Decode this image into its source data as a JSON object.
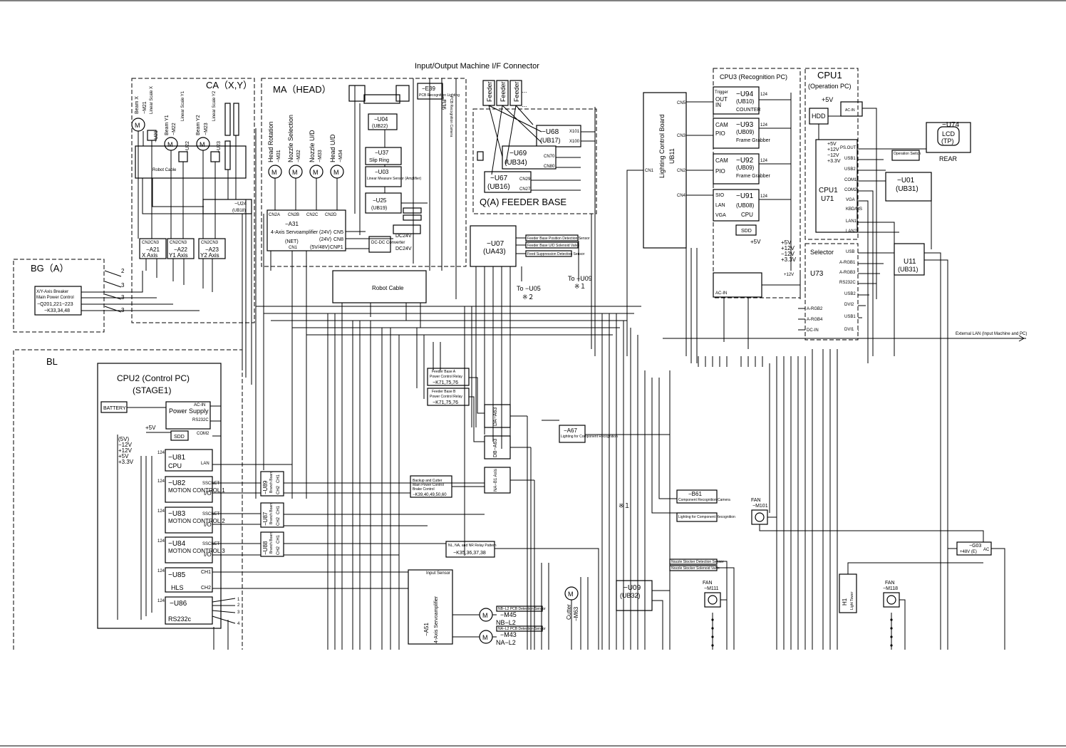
{
  "title_connector": "Input/Output Machine I/F Connector",
  "regions": {
    "ca": "CA（X,Y）",
    "ma": "MA（HEAD）",
    "bg": "BG（A）",
    "bl": "BL",
    "feeder_base": "Q(A) FEEDER BASE"
  },
  "ca": {
    "beam_x": "Beam X",
    "m21": "−M21",
    "scale_x": "Linear Scale X",
    "u21": "−U21",
    "beam_y1": "Beam Y1",
    "m22": "−M22",
    "scale_y1": "Linear Scale Y1",
    "u22": "−U22",
    "beam_y2": "Beam Y2",
    "m23": "−M23",
    "scale_y2": "Linear Scale Y2",
    "u23": "−U23",
    "robot_cable": "Robot Cable",
    "u24": "−U24",
    "ub18": "(UB18)",
    "a21": "−A21",
    "x_axis": "X Axis",
    "a22": "−A22",
    "y1_axis": "Y1 Axis",
    "a23": "−A23",
    "y2_axis": "Y2 Axis",
    "cn2cn3": "CN2CN3"
  },
  "ma": {
    "head_rotation": "Head Rotation",
    "m31": "−M31",
    "nozzle_sel": "Nozzle Selection",
    "m32": "−M32",
    "nozzle_ud": "Nozzle U/D",
    "m33": "−M33",
    "head_ud": "Head U/D",
    "m34": "−M34",
    "a31": "−A31",
    "servo4": "4-Axis Servoamplifier",
    "cn2a": "CN2A",
    "cn2b": "CN2B",
    "cn2c": "CN2C",
    "cn2d": "CN2D",
    "net": "(NET)",
    "cn1": "CN1",
    "v24a": "(24V)",
    "cn5": "CN5",
    "v24b": "(24V)",
    "cn8": "CN8",
    "v548": "(5V/48V)",
    "cnp1": "CNP1",
    "u04": "−U04",
    "ub22": "(UB22)",
    "u37": "−U37",
    "slip": "Slip Ring",
    "u03": "−U03",
    "lms": "Linear Measure Sensor (Amplifier)",
    "u25": "−U25",
    "ub19": "(UB19)",
    "e39": "−E39",
    "e39s": "PCB Recognition Lighting",
    "b36": "−B36",
    "b36s": "PCB Recognition Camera",
    "dcdc": "DC-DC Converter",
    "dc24v_a": "DC24V",
    "dc24v_b": "DC24V",
    "robot_cable": "Robot Cable"
  },
  "feeder": {
    "feeder_label": "Feeder",
    "dots": "...",
    "u68": "−U68",
    "ub17": "(UB17)",
    "x101": "X101",
    "x100": "X100",
    "u69": "−U69",
    "ub34": "(UB34)",
    "cn70": "CN70",
    "cn80": "CN80",
    "u67": "−U67",
    "ub16": "(UB16)",
    "cn29": "CN29",
    "cn27": "CN27"
  },
  "u07": {
    "name": "−U07",
    "sub": "(UA43)",
    "to_u05": "To −U05",
    "mark2": "※２",
    "to_u09": "To −U09",
    "mark1": "※１",
    "s1": "Feeder Base Position Detection Sensor",
    "s2": "Feeder Base U/D Solenoid Valve",
    "s3": "Feed Suppression Detection Sensor"
  },
  "lighting": {
    "title": "Lighting Control Board",
    "ub11": "UB11",
    "cn1": "CN1",
    "cn5": "CN5",
    "cn3": "CN3",
    "cn2": "CN2",
    "cn4": "CN4"
  },
  "cpu3": {
    "title": "CPU3 (Recognition PC)",
    "trigger": "Trigger",
    "out": "OUT",
    "in": "IN",
    "u94": "−U94",
    "ub10": "(UB10)",
    "counter": "COUNTER",
    "cam1": "CAM",
    "pio1": "PIO",
    "u93": "−U93",
    "ub09a": "(UB09)",
    "fg1": "Frame Grabber",
    "cam2": "CAM",
    "pio2": "PIO",
    "u92": "−U92",
    "ub09b": "(UB09)",
    "fg2": "Frame Grabber",
    "sio": "SIO",
    "lan": "LAN",
    "vga": "VGA",
    "u91": "−U91",
    "ub08": "(UB08)",
    "cpu": "CPU",
    "sdd": "SDD",
    "v5": "+5V",
    "rails": [
      "+5V",
      "+12V",
      "−12V",
      "+3.3V"
    ],
    "v12": "+12V",
    "acin": "AC-IN",
    "n124": "124"
  },
  "cpu1": {
    "title": "CPU1",
    "sub": "(Operation PC)",
    "v5": "+5V",
    "hdd": "HDD",
    "acin": "AC-IN",
    "rails": [
      "+5V",
      "+12V",
      "−12V",
      "+3.3V"
    ],
    "psout": "PS.OUT",
    "cpu1": "CPU1",
    "u71": "U71",
    "ports": [
      "USB1",
      "USB2",
      "COM1",
      "COM2",
      "VGA",
      "KBD/MS",
      "LAN1",
      "LAN2"
    ],
    "op_switch": "Operation Switch",
    "u01": "−U01",
    "ub31": "(UB31)",
    "u74": "−U74",
    "lcd": "LCD",
    "tp": "(TP)",
    "rear": "REAR",
    "selector": "Selector",
    "u73": "U73",
    "sel_ports": [
      "USB",
      "A-RGB1",
      "A-RGB3",
      "RS232C",
      "USB2",
      "DVI2",
      "USB1",
      "DVI1"
    ],
    "u11": "U11",
    "ub31b": "(UB31)",
    "argb2": "A-RGB2",
    "argb4": "A-RGB4",
    "dcin": "DC-IN",
    "ext_lan": "External LAN (Input Machine and PC)"
  },
  "bg": {
    "brk1": "X/Y-Axis Breaker",
    "brk2": "Main Power Control",
    "brk3": "−Q201,221−223",
    "brk4": "−K33,34,48",
    "n2": "2",
    "n3": "3"
  },
  "cpu2": {
    "title": "CPU2 (Control PC)",
    "sub": "(STAGE1)",
    "battery": "BATTERY",
    "ps": "Power Supply",
    "acin": "AC-IN",
    "rs232c": "RS232C",
    "v5": "+5V",
    "sdd": "SDD",
    "com2": "COM2",
    "rails": [
      "(5V)",
      "−12V",
      "+12V",
      "+5V",
      "+3.3V"
    ],
    "u81": "−U81",
    "u81s": "CPU",
    "lan": "LAN",
    "u82": "−U82",
    "u82s": "MOTION CONTROL 1",
    "u83": "−U83",
    "u83s": "MOTION CONTROL 2",
    "u84": "−U84",
    "u84s": "MOTION CONTROL 3",
    "u85": "−U85",
    "u85s": "HLS",
    "ch1": "CH1",
    "ch2": "CH2",
    "u86": "−U86",
    "u86s": "RS232c",
    "ssc": "SSCNET",
    "io": "I/O",
    "n124": "124",
    "u89": "−U89",
    "u87": "−U87",
    "u88": "−U88",
    "branch": "Branch Board",
    "c1": "CH1",
    "c2": "CH2",
    "rs_nums": [
      "1",
      "2",
      "3",
      "4"
    ]
  },
  "relays": {
    "fa1": "Feeder Base A",
    "fa2": "Power Control Relay",
    "fa3": "−K71,75,76",
    "fb1": "Feeder Base B",
    "fb2": "Power Control Relay",
    "fb3": "−K71,75,76",
    "bk1": "Backup and Cutter",
    "bk2": "Main Power Control",
    "bk3": "Brake Control",
    "bk4": "−K39,40,49,50,60",
    "da": "DA−A63",
    "db": "DB−A63",
    "na": "NA−B1 Axis",
    "nl1": "NL, NA, and NR Relay Pattern",
    "nl2": "−K35,36,37,38"
  },
  "lower": {
    "a51": "−A51",
    "servo4": "4-Axis Servoamplifier",
    "in_sens": "Input Sensor",
    "m45": "−M45",
    "nbl2": "NB−L2",
    "m43": "−M43",
    "nal2": "NA−L2",
    "s45": "NB−L2 PCB Detection Sensor",
    "s43": "NA−L2 PCB Detection Sensor",
    "cutter": "Cutter",
    "m63": "−M63",
    "u09": "−U09",
    "ub32": "(UB32)",
    "nz1": "Nozzle Stocker Detection Sensor",
    "nz2": "Nozzle Stocker Solenoid Valve",
    "a67": "−A67",
    "a67s": "Lighting for Component Recognition",
    "b61": "−B61",
    "b61s": "Component Recognition Camera",
    "light": "Lighting for Component Recognition",
    "fan1": "FAN",
    "m101": "−M101",
    "fan2": "FAN",
    "m111": "−M111",
    "fan3": "FAN",
    "m118": "−M118",
    "g03": "−G03",
    "v48": "+48V (E)",
    "ac": "AC",
    "h1": "H1",
    "lt": "Light Tower",
    "mark1": "※１"
  }
}
